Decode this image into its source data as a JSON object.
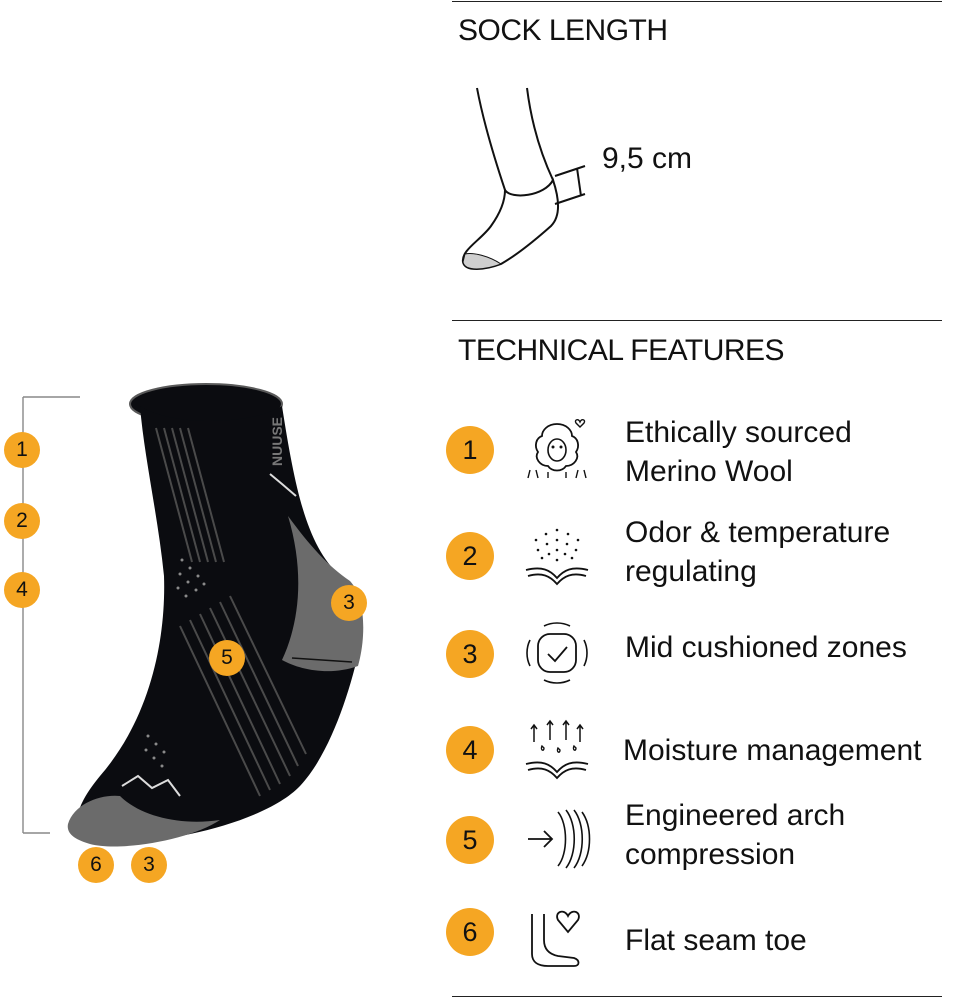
{
  "sock_length": {
    "heading": "SOCK LENGTH",
    "measurement": "9,5 cm"
  },
  "technical_features": {
    "heading": "TECHNICAL FEATURES",
    "items": [
      {
        "number": "1",
        "label": "Ethically sourced\nMerino Wool",
        "icon": "sheep-icon"
      },
      {
        "number": "2",
        "label": "Odor & temperature\nregulating",
        "icon": "ventilation-icon"
      },
      {
        "number": "3",
        "label": "Mid cushioned zones",
        "icon": "cushion-icon"
      },
      {
        "number": "4",
        "label": "Moisture management",
        "icon": "moisture-icon"
      },
      {
        "number": "5",
        "label": "Engineered arch\ncompression",
        "icon": "compression-icon"
      },
      {
        "number": "6",
        "label": "Flat seam toe",
        "icon": "foot-heart-icon"
      }
    ]
  },
  "sock_callouts": {
    "left_markers": [
      "1",
      "2",
      "4"
    ],
    "heel_marker": "3",
    "arch_marker": "5",
    "toe_markers": [
      "6",
      "3"
    ],
    "sock_text": "NUUSE"
  },
  "colors": {
    "accent": "#f5a623",
    "sock_black": "#0b0c10",
    "sock_grey": "#6b6b6b"
  }
}
